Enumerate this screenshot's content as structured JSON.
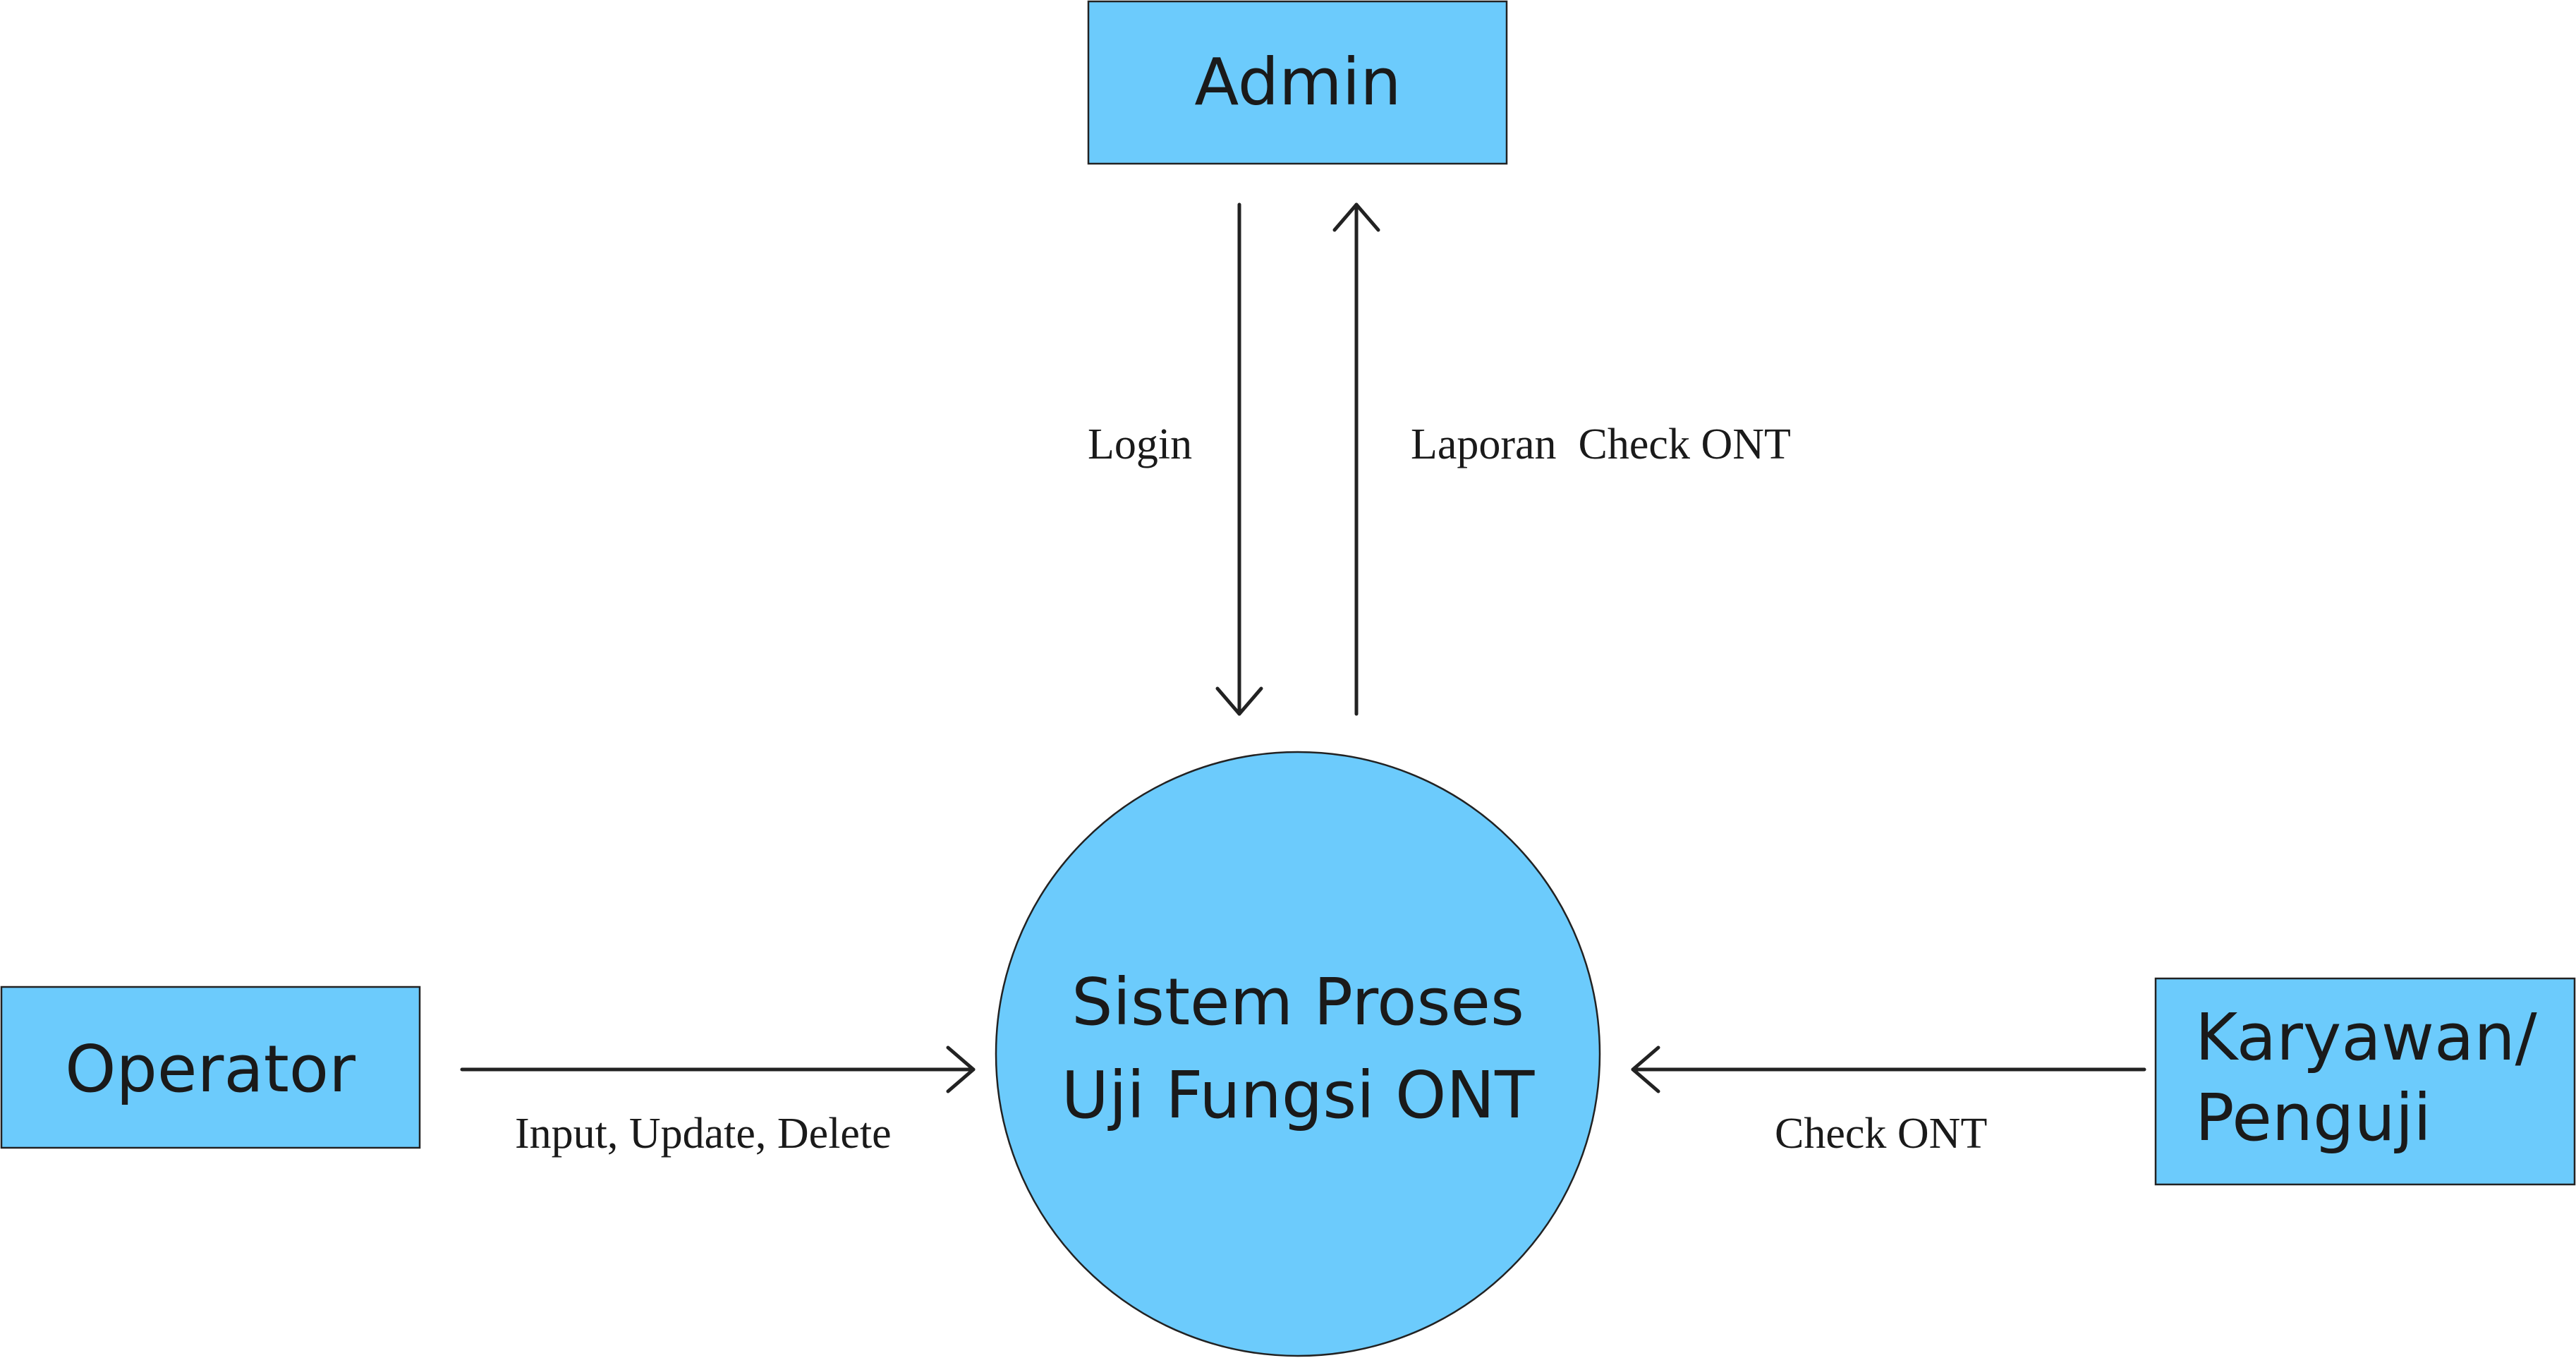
{
  "colors": {
    "entity_fill": "#6ccbfc",
    "process_fill": "#6ccbfc",
    "line": "#222222"
  },
  "entities": {
    "admin": "Admin",
    "operator": "Operator",
    "karyawan_line1": "Karyawan/",
    "karyawan_line2": "Penguji"
  },
  "process": {
    "line1": "Sistem Proses",
    "line2": "Uji Fungsi ONT"
  },
  "flows": {
    "login": "Login",
    "laporan": "Laporan  Check ONT",
    "input": "Input, Update, Delete",
    "check": "Check ONT"
  }
}
